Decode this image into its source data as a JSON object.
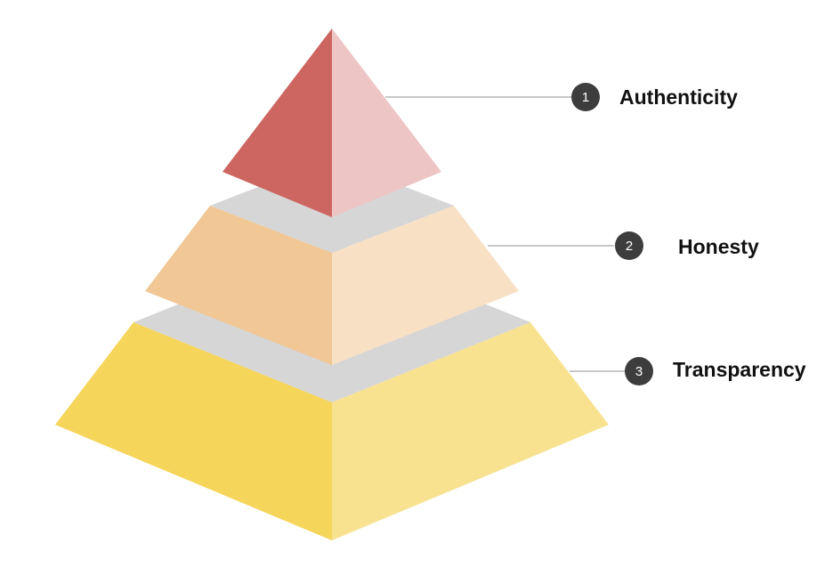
{
  "diagram": {
    "type": "pyramid",
    "levels": [
      {
        "number": "1",
        "label": "Authenticity",
        "color_left": "#CD6560",
        "color_right": "#EEC5C5"
      },
      {
        "number": "2",
        "label": "Honesty",
        "color_left": "#F0C795",
        "color_right": "#F8E0C5"
      },
      {
        "number": "3",
        "label": "Transparency",
        "color_left": "#F6D55B",
        "color_right": "#F8E28F"
      }
    ],
    "colors": {
      "gap": "#D6D6D6",
      "connector_line": "#B5B5B5",
      "badge": "#3D3D3D"
    }
  }
}
